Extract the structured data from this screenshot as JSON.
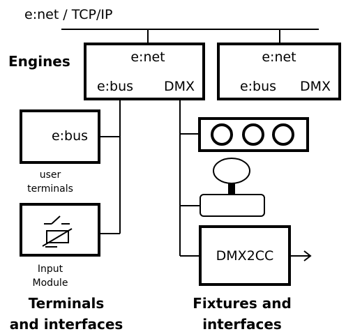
{
  "network": {
    "label": "e:net / TCP/IP"
  },
  "engines": {
    "title": "Engines",
    "units": [
      {
        "top": "e:net",
        "left": "e:bus",
        "right": "DMX"
      },
      {
        "top": "e:net",
        "left": "e:bus",
        "right": "DMX"
      }
    ]
  },
  "terminals": {
    "ebus_box": "e:bus",
    "user_terminals": [
      "user",
      "terminals"
    ],
    "input_module": [
      "Input",
      "Module"
    ],
    "title": [
      "Terminals",
      "and interfaces"
    ]
  },
  "fixtures": {
    "dmx2cc": "DMX2CC",
    "title": [
      "Fixtures and",
      "interfaces"
    ]
  },
  "colors": {
    "stroke": "#000000",
    "background": "#ffffff"
  }
}
